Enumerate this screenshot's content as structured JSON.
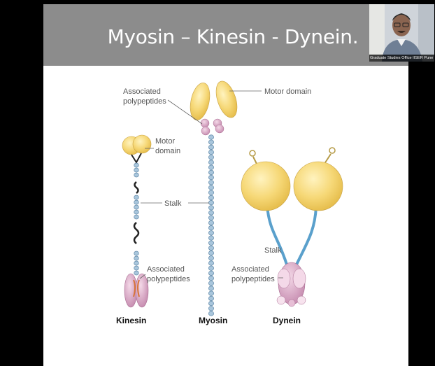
{
  "slide": {
    "title": "Myosin – Kinesin - Dynein.",
    "labels": {
      "associated_polypeptides_top": [
        "Associated",
        "polypeptides"
      ],
      "motor_domain_top": "Motor domain",
      "motor_domain_left": [
        "Motor",
        "domain"
      ],
      "stalk_mid": "Stalk",
      "stalk_dynein": "Stalk",
      "associated_polypeptides_kinesin": [
        "Associated",
        "polypeptides"
      ],
      "associated_polypeptides_dynein": [
        "Associated",
        "polypeptides"
      ]
    },
    "motor_names": {
      "kinesin": "Kinesin",
      "myosin": "Myosin",
      "dynein": "Dynein"
    }
  },
  "video": {
    "participant_name": "Graduate Studies Office IISER Pune"
  },
  "colors": {
    "title_bar": "#8c8c8c",
    "motor_head": "#f5d77a",
    "stalk_bead": "#a9c6dc",
    "polypeptide": "#d9a7c4",
    "dynein_stalk": "#5aa0cc"
  }
}
